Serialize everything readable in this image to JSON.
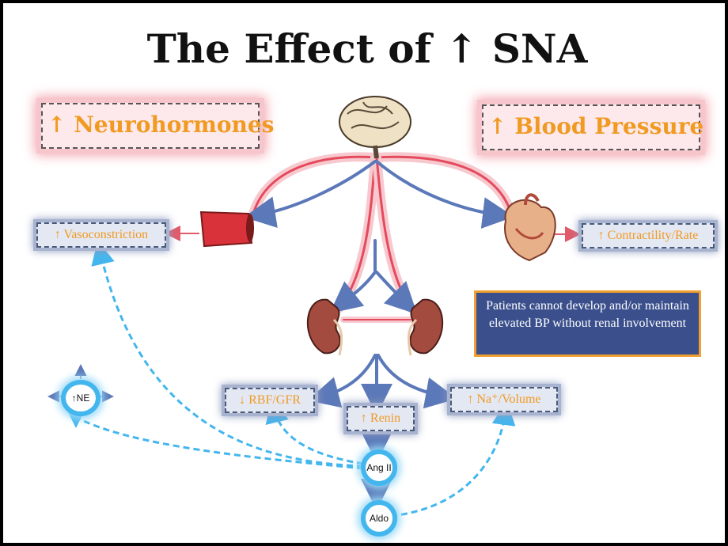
{
  "title": "The Effect of ↑ SNA",
  "boxes": {
    "neurohormones": "↑ Neurohormones",
    "blood_pressure": "↑ Blood Pressure",
    "vasoconstriction": "↑ Vasoconstriction",
    "contractility": "↑ Contractility/Rate",
    "rbf_gfr": "↓ RBF/GFR",
    "renin": "↑ Renin",
    "na_volume": "↑ Na⁺/Volume"
  },
  "note": "Patients cannot develop and/or maintain elevated BP without renal involvement",
  "nodes": {
    "ne": "↑NE",
    "ang2": "Ang II",
    "aldo": "Aldo"
  },
  "colors": {
    "red_glow": "#f3a3ad",
    "blue_arrow": "#5b78b8",
    "cyan_path": "#43b6ee",
    "orange_text": "#f09a22",
    "note_bg": "#3a4f8c"
  }
}
